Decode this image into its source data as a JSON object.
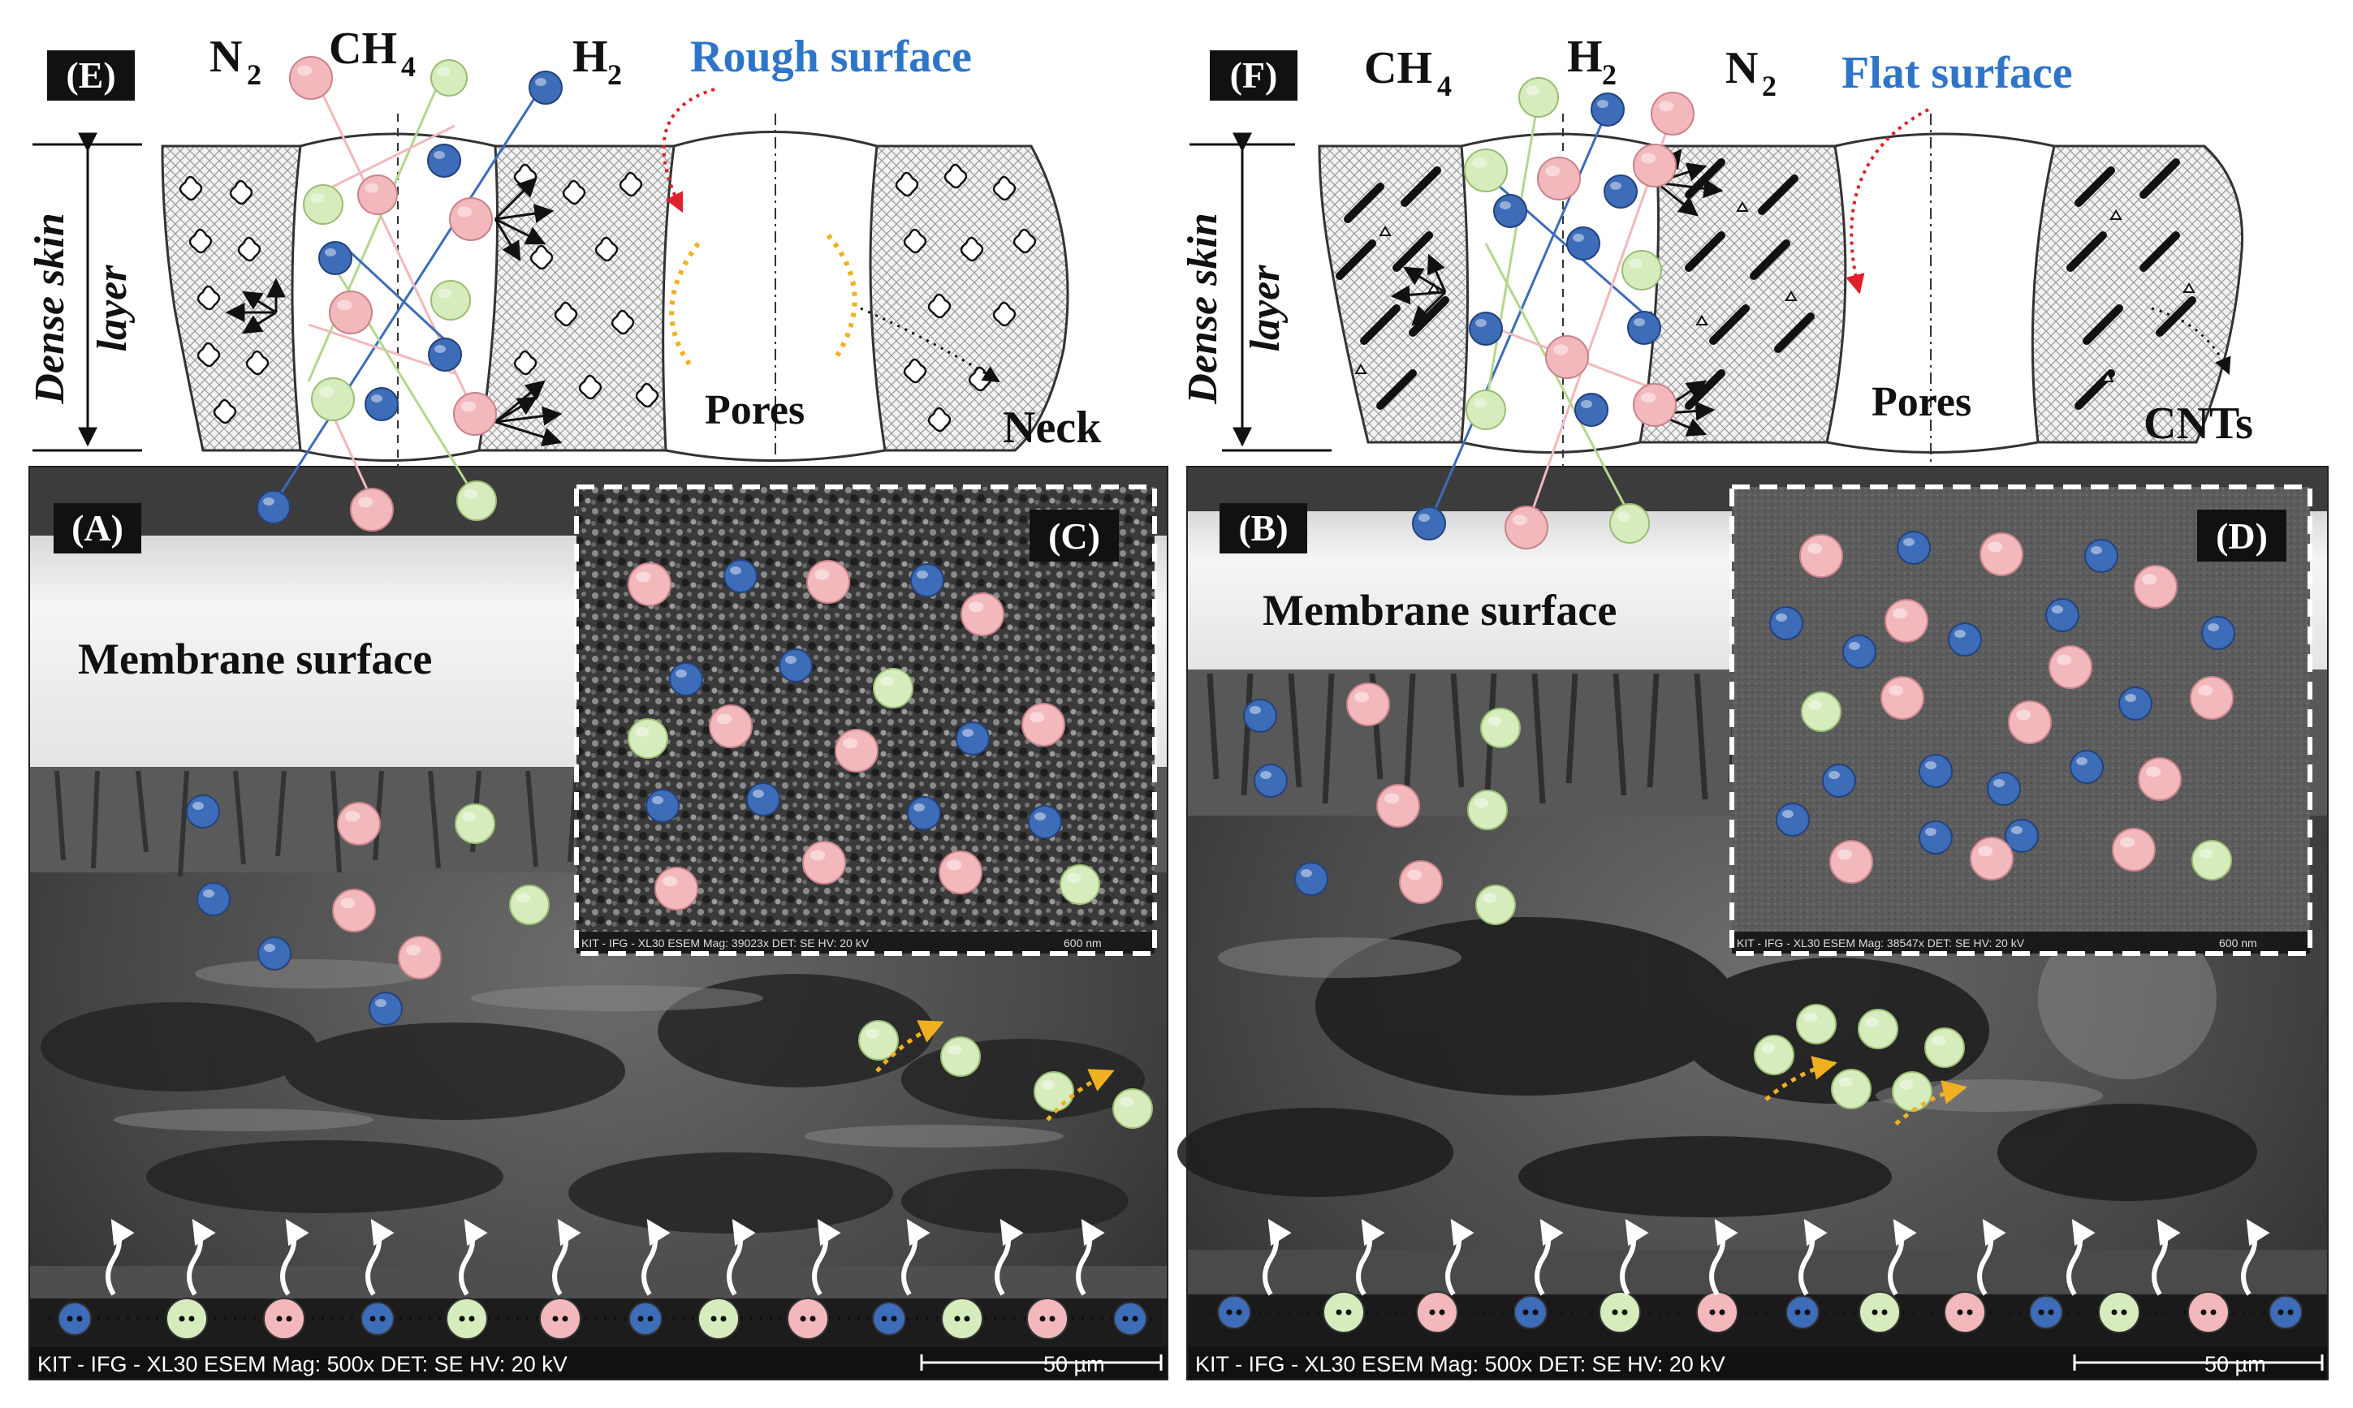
{
  "panels": {
    "E": {
      "letter": "(E)",
      "gas_labels": [
        "N",
        "CH",
        "H"
      ],
      "gas_subscripts": [
        "2",
        "4",
        "2"
      ],
      "callout": "Rough surface",
      "skin_label_1": "Dense skin",
      "skin_label_2": "layer",
      "pores_label": "Pores",
      "neck_label": "Neck"
    },
    "F": {
      "letter": "(F)",
      "gas_labels": [
        "CH",
        "H",
        "N"
      ],
      "gas_subscripts": [
        "4",
        "2",
        "2"
      ],
      "callout": "Flat surface",
      "skin_label_1": "Dense skin",
      "skin_label_2": "layer",
      "pores_label": "Pores",
      "cnts_label": "CNTs"
    },
    "A": {
      "letter": "(A)",
      "surface_label": "Membrane surface",
      "sem_footer": "KIT - IFG - XL30 ESEM   Mag: 500x   DET: SE   HV: 20 kV",
      "scale": "50 µm"
    },
    "B": {
      "letter": "(B)",
      "surface_label": "Membrane surface",
      "sem_footer": "KIT - IFG - XL30 ESEM   Mag: 500x   DET: SE   HV: 20 kV",
      "scale": "50 µm"
    },
    "C": {
      "letter": "(C)",
      "sem_footer": "KIT - IFG - XL30 ESEM  Mag: 39023x  DET: SE  HV: 20 kV",
      "scale": "600 nm"
    },
    "D": {
      "letter": "(D)",
      "sem_footer": "KIT - IFG - XL30 ESEM  Mag: 38547x  DET: SE  HV: 20 kV",
      "scale": "600 nm"
    }
  },
  "colors": {
    "n2": "#f2b8bc",
    "h2": "#3d6cb8",
    "ch4": "#d6ecbc",
    "callout_text": "#2e75c8",
    "callout_arrow": "#e0202a",
    "flow_arrow": "#f0b020",
    "sem_dark": "#2e2e2e",
    "membrane_surface": "#e8e8e8"
  }
}
